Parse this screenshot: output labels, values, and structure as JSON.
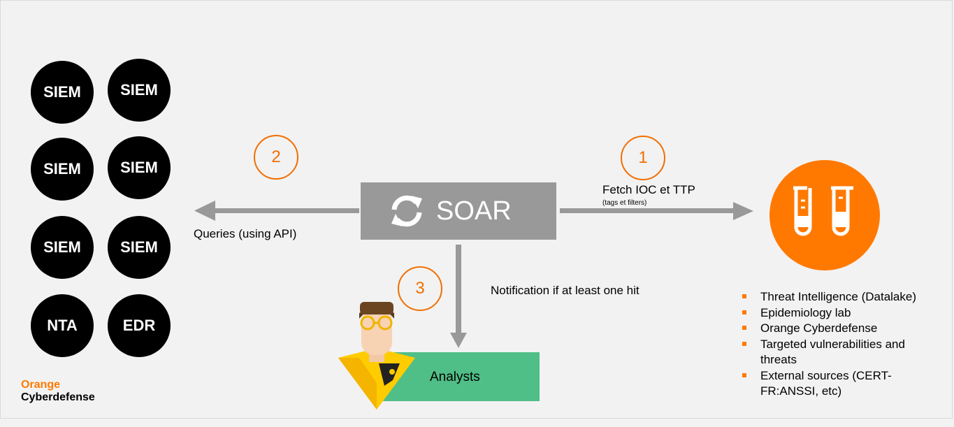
{
  "tools": [
    "SIEM",
    "SIEM",
    "SIEM",
    "SIEM",
    "SIEM",
    "SIEM",
    "NTA",
    "EDR"
  ],
  "soar": {
    "label": "SOAR",
    "icon": "sync-icon"
  },
  "steps": {
    "one": "1",
    "two": "2",
    "three": "3"
  },
  "edges": {
    "fetch": "Fetch IOC et TTP",
    "fetch_note": "(tags et filters)",
    "queries": "Queries (using API)",
    "notification": "Notification if at least one hit"
  },
  "analysts": {
    "label": "Analysts"
  },
  "sources": [
    "Threat Intelligence (Datalake)",
    "Epidemiology lab",
    "Orange Cyberdefense",
    "Targeted vulnerabilities and threats",
    "External sources (CERT-FR:ANSSI, etc)"
  ],
  "logo": {
    "line1": "Orange",
    "line2": "Cyberdefense"
  },
  "colors": {
    "orange": "#ff7900",
    "step_orange": "#f16e00",
    "soar_gray": "#999999",
    "arrow_gray": "#999999",
    "analyst_green": "#50be87",
    "tool_black": "#000000"
  }
}
